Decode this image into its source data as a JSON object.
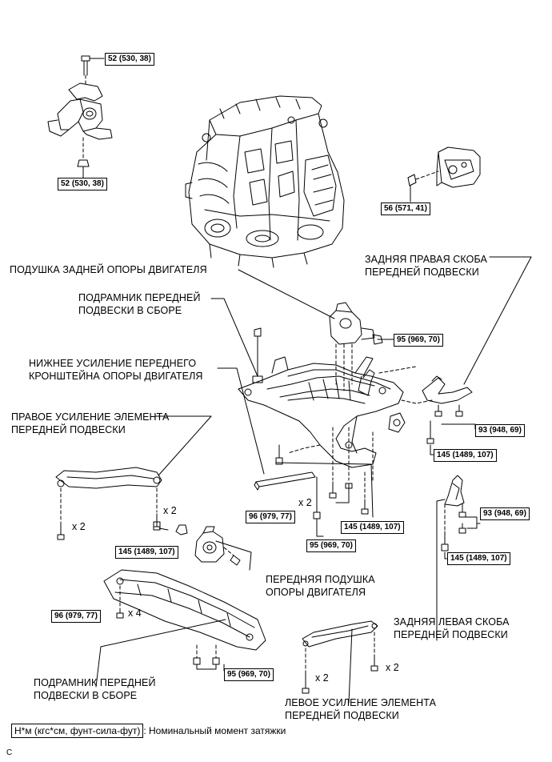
{
  "labels": {
    "rear_mount": "ПОДУШКА ЗАДНЕЙ ОПОРЫ ДВИГАТЕЛЯ",
    "subframe_top": "ПОДРАМНИК ПЕРЕДНЕЙ\nПОДВЕСКИ В СБОРЕ",
    "lower_reinf": "НИЖНЕЕ УСИЛЕНИЕ ПЕРЕДНЕГО\nКРОНШТЕЙНА ОПОРЫ ДВИГАТЕЛЯ",
    "right_reinf": "ПРАВОЕ УСИЛЕНИЕ ЭЛЕМЕНТА\nПЕРЕДНЕЙ ПОДВЕСКИ",
    "rear_right_brace": "ЗАДНЯЯ ПРАВАЯ СКОБА\nПЕРЕДНЕЙ ПОДВЕСКИ",
    "front_mount": "ПЕРЕДНЯЯ ПОДУШКА\nОПОРЫ ДВИГАТЕЛЯ",
    "rear_left_brace": "ЗАДНЯЯ ЛЕВАЯ СКОБА\nПЕРЕДНЕЙ ПОДВЕСКИ",
    "subframe_bottom": "ПОДРАМНИК ПЕРЕДНЕЙ\nПОДВЕСКИ В СБОРЕ",
    "left_reinf": "ЛЕВОЕ УСИЛЕНИЕ ЭЛЕМЕНТА\nПЕРЕДНЕЙ ПОДВЕСКИ"
  },
  "torque": {
    "t1": "52 (530, 38)",
    "t2": "52 (530, 38)",
    "t3": "56 (571, 41)",
    "t4": "95 (969, 70)",
    "t5": "93 (948, 69)",
    "t6": "145 (1489, 107)",
    "t7": "96 (979, 77)",
    "t8": "145 (1489, 107)",
    "t9": "95 (969, 70)",
    "t10": "93 (948, 69)",
    "t11": "145 (1489, 107)",
    "t12": "145 (1489, 107)",
    "t13": "96 (979, 77)",
    "t14": "95 (969, 70)"
  },
  "quantities": {
    "q1": "x 2",
    "q2": "x 2",
    "q3": "x 2",
    "q4": "x 4",
    "q5": "x 2",
    "q6": "x 2"
  },
  "legend": {
    "box": "Н*м (кгс*см, фунт-сила-фут)",
    "text": ": Номинальный момент затяжки"
  },
  "corner_mark": "C"
}
